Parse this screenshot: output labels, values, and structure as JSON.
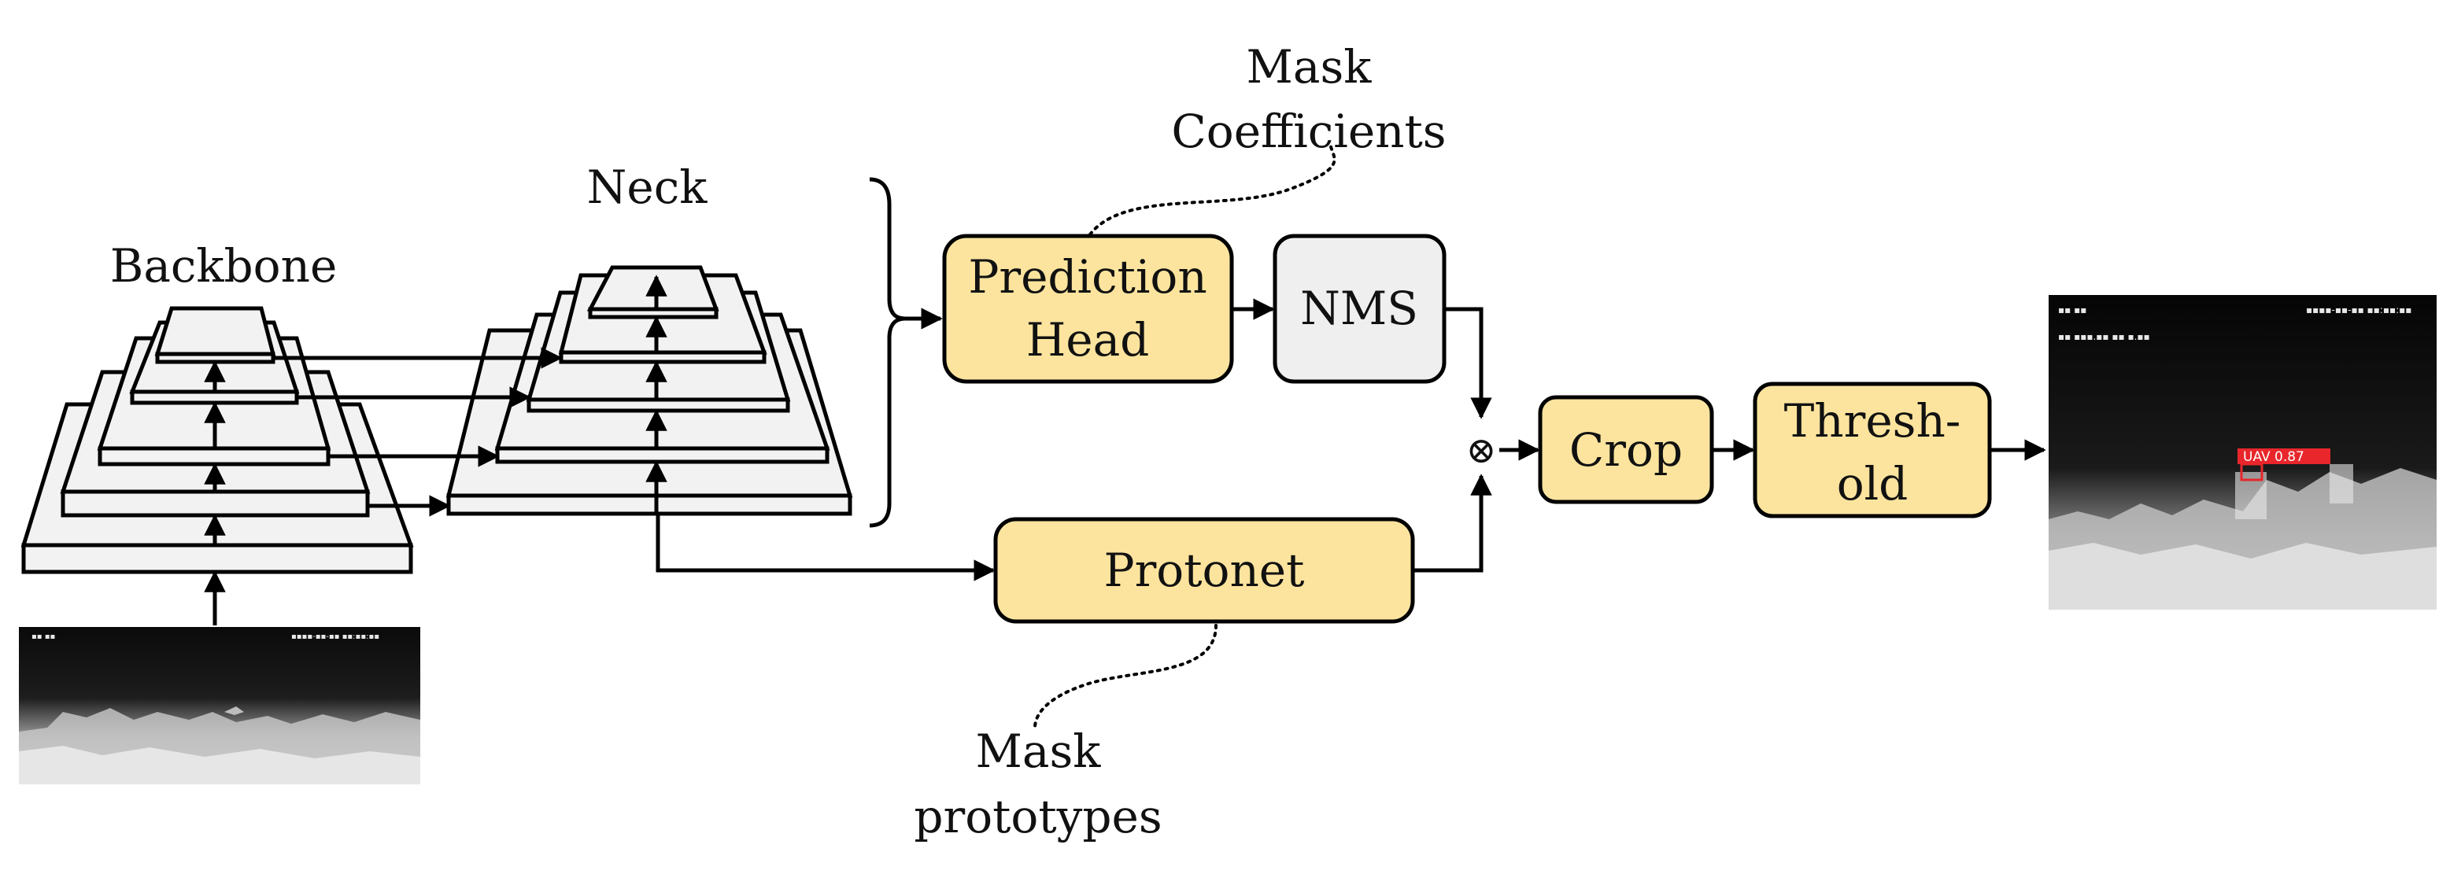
{
  "labels": {
    "backbone": "Backbone",
    "neck": "Neck",
    "mask_coefficients_line1": "Mask",
    "mask_coefficients_line2": "Coefficients",
    "mask_prototypes_line1": "Mask",
    "mask_prototypes_line2": "prototypes"
  },
  "blocks": {
    "prediction_head_line1": "Prediction",
    "prediction_head_line2": "Head",
    "nms": "NMS",
    "protonet": "Protonet",
    "crop": "Crop",
    "threshold_line1": "Thresh-",
    "threshold_line2": "old",
    "combine_symbol": "⊗"
  },
  "images": {
    "output_detection_label": "UAV  0.87"
  },
  "colors": {
    "block_fill": "#FDE49E",
    "nms_fill": "#EFEFEF",
    "pyramid_fill": "#F2F2F2",
    "detection_red": "#E8262B"
  }
}
